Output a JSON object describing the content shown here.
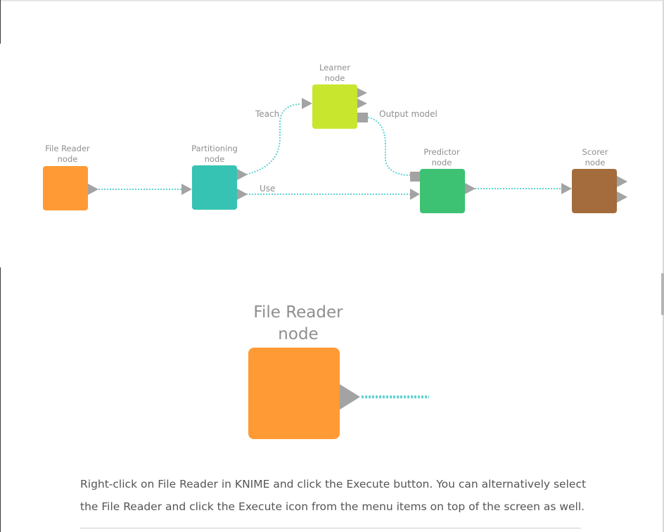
{
  "diagram": {
    "nodes": {
      "file_reader": {
        "label_line1": "File Reader",
        "label_line2": "node",
        "color": "#ff9a35"
      },
      "partitioning": {
        "label_line1": "Partitioning",
        "label_line2": "node",
        "color": "#36c3b3"
      },
      "learner": {
        "label_line1": "Learner",
        "label_line2": "node",
        "color": "#c9e62f"
      },
      "predictor": {
        "label_line1": "Predictor",
        "label_line2": "node",
        "color": "#3dc173"
      },
      "scorer": {
        "label_line1": "Scorer",
        "label_line2": "node",
        "color": "#a46c3c"
      }
    },
    "edge_labels": {
      "teach": "Teach",
      "use": "Use",
      "output_model": "Output model"
    },
    "connector_color": "#5fd3d0",
    "port_color": "#a3a3a3"
  },
  "zoom_detail": {
    "label_line1": "File Reader",
    "label_line2": "node",
    "color": "#ff9a35"
  },
  "caption": {
    "text": "Right-click on File Reader in KNIME and click the Execute button. You can alternatively select the File Reader and click the Execute icon from the menu items on top of the screen as well."
  }
}
